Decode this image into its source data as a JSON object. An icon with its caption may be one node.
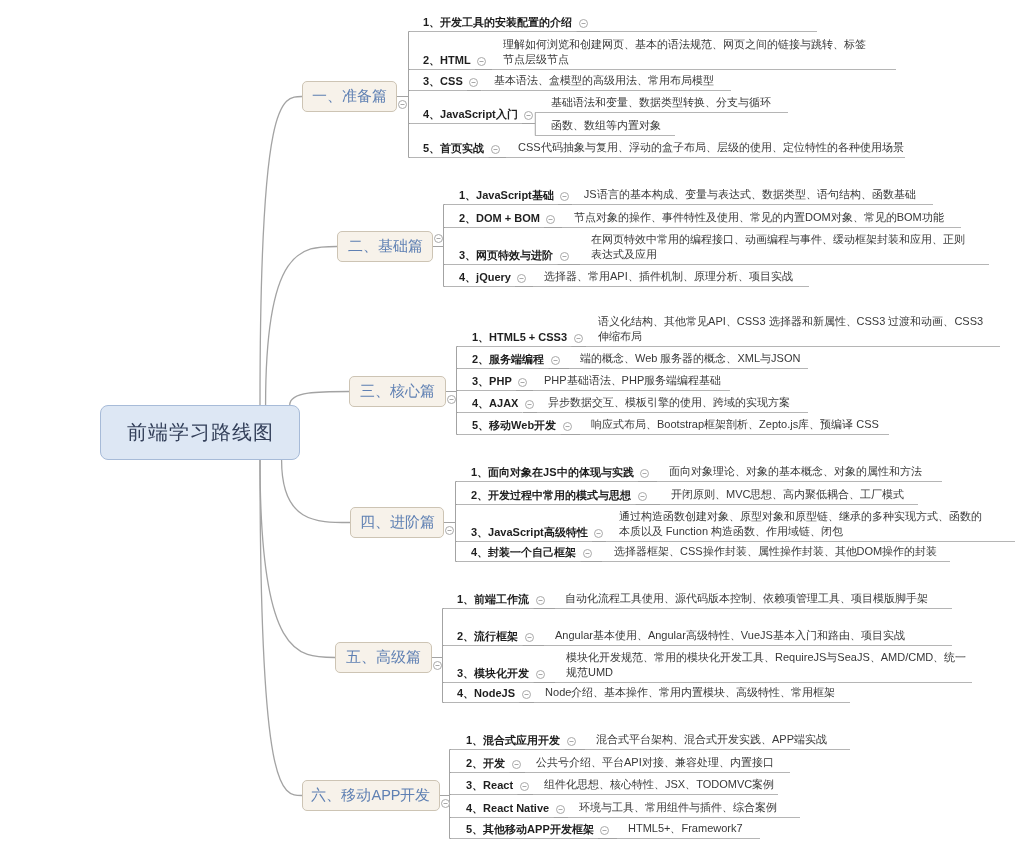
{
  "diagram": {
    "nodes": [
      {
        "text": [
          "前端学习路线图"
        ]
      },
      {
        "text": [
          "一、准备篇"
        ]
      },
      {
        "text": [
          "1、开发工具的安装配置的介绍"
        ]
      },
      {
        "text": [],
        "shape": "line"
      },
      {
        "text": [
          "2、HTML"
        ]
      },
      {
        "text": [
          "理解如何浏览和创建网页、基本的语法规范、网页之间的链接与跳转、标签节点层级节点"
        ]
      },
      {
        "text": [
          "3、CSS"
        ]
      },
      {
        "text": [
          "基本语法、盒模型的高级用法、常用布局模型"
        ]
      },
      {
        "text": [
          "4、JavaScript入门"
        ]
      },
      {
        "text": [
          "基础语法和变量、数据类型转换、分支与循环"
        ]
      },
      {
        "text": [
          "函数、数组等内置对象"
        ]
      },
      {
        "text": [
          "5、首页实战"
        ]
      },
      {
        "text": [
          "CSS代码抽象与复用、浮动的盒子布局、层级的使用、定位特性的各种使用场景"
        ]
      },
      {
        "text": [
          "二、基础篇"
        ]
      },
      {
        "text": [
          "1、JavaScript基础"
        ]
      },
      {
        "text": [
          "JS语言的基本构成、变量与表达式、数据类型、语句结构、函数基础"
        ]
      },
      {
        "text": [
          "2、DOM + BOM"
        ]
      },
      {
        "text": [
          "节点对象的操作、事件特性及使用、常见的内置DOM对象、常见的BOM功能"
        ]
      },
      {
        "text": [
          "3、网页特效与进阶"
        ]
      },
      {
        "text": [
          "在网页特效中常用的编程接口、动画编程与事件、缓动框架封装和应用、正则表达式及应用"
        ]
      },
      {
        "text": [
          "4、jQuery"
        ]
      },
      {
        "text": [
          "选择器、常用API、插件机制、原理分析、项目实战"
        ]
      },
      {
        "text": [
          "三、核心篇"
        ]
      },
      {
        "text": [
          "1、HTML5 + CSS3"
        ]
      },
      {
        "text": [
          "语义化结构、其他常见API、CSS3 选择器和新属性、CSS3 过渡和动画、CSS3 伸缩布局"
        ]
      },
      {
        "text": [
          "2、服务端编程"
        ]
      },
      {
        "text": [
          "端的概念、Web 服务器的概念、XML与JSON"
        ]
      },
      {
        "text": [
          "3、PHP"
        ]
      },
      {
        "text": [
          "PHP基础语法、PHP服务端编程基础"
        ]
      },
      {
        "text": [
          "4、AJAX"
        ]
      },
      {
        "text": [
          "异步数据交互、模板引擎的使用、跨域的实现方案"
        ]
      },
      {
        "text": [
          "5、移动Web开发"
        ]
      },
      {
        "text": [
          "响应式布局、Bootstrap框架剖析、Zepto.js库、预编译 CSS"
        ]
      },
      {
        "text": [
          "四、进阶篇"
        ]
      },
      {
        "text": [
          "1、面向对象在JS中的体现与实践"
        ]
      },
      {
        "text": [
          "面向对象理论、对象的基本概念、对象的属性和方法"
        ]
      },
      {
        "text": [
          "2、开发过程中常用的模式与思想"
        ]
      },
      {
        "text": [
          "开闭原则、MVC思想、高内聚低耦合、工厂模式"
        ]
      },
      {
        "text": [
          "3、JavaScript高级特性"
        ]
      },
      {
        "text": [
          "通过构造函数创建对象、原型对象和原型链、继承的多种实现方式、函数的本质以及 Function 构造函数、作用域链、闭包"
        ]
      },
      {
        "text": [
          "4、封装一个自己框架"
        ]
      },
      {
        "text": [
          "选择器框架、CSS操作封装、属性操作封装、其他DOM操作的封装"
        ]
      },
      {
        "text": [
          "五、高级篇"
        ]
      },
      {
        "text": [
          "1、前端工作流"
        ]
      },
      {
        "text": [
          "自动化流程工具使用、源代码版本控制、依赖项管理工具、项目模版脚手架"
        ]
      },
      {
        "text": [
          "2、流行框架"
        ]
      },
      {
        "text": [
          "Angular基本使用、Angular高级特性、VueJS基本入门和路由、项目实战"
        ]
      },
      {
        "text": [
          "3、模块化开发"
        ]
      },
      {
        "text": [
          "模块化开发规范、常用的模块化开发工具、RequireJS与SeaJS、AMD/CMD、统一规范UMD"
        ]
      },
      {
        "text": [
          "4、NodeJS"
        ]
      },
      {
        "text": [
          "Node介绍、基本操作、常用内置模块、高级特性、常用框架"
        ]
      },
      {
        "text": [
          "六、移动APP开发"
        ]
      },
      {
        "text": [
          "1、混合式应用开发"
        ]
      },
      {
        "text": [
          "混合式平台架构、混合式开发实践、APP端实战"
        ]
      },
      {
        "text": [
          "2、开发"
        ]
      },
      {
        "text": [
          "公共号介绍、平台API对接、兼容处理、内置接口"
        ]
      },
      {
        "text": [
          "3、React"
        ]
      },
      {
        "text": [
          "组件化思想、核心特性、JSX、TODOMVC案例"
        ]
      },
      {
        "text": [
          "4、React Native"
        ]
      },
      {
        "text": [
          "环境与工具、常用组件与插件、综合案例"
        ]
      },
      {
        "text": [
          "5、其他移动APP开发框架"
        ]
      },
      {
        "text": [
          "HTML5+、Framework7"
        ]
      }
    ],
    "edges": [
      {
        "from": 0,
        "to": 1,
        "arrow": "none"
      },
      {
        "from": 0,
        "to": 13,
        "arrow": "none"
      },
      {
        "from": 0,
        "to": 22,
        "arrow": "none"
      },
      {
        "from": 0,
        "to": 33,
        "arrow": "none"
      },
      {
        "from": 0,
        "to": 42,
        "arrow": "none"
      },
      {
        "from": 0,
        "to": 51,
        "arrow": "none"
      },
      {
        "from": 1,
        "to": 2,
        "arrow": "none"
      },
      {
        "from": 1,
        "to": 4,
        "arrow": "none"
      },
      {
        "from": 1,
        "to": 6,
        "arrow": "none"
      },
      {
        "from": 1,
        "to": 8,
        "arrow": "none"
      },
      {
        "from": 1,
        "to": 11,
        "arrow": "none"
      },
      {
        "from": 2,
        "to": 3,
        "arrow": "none"
      },
      {
        "from": 4,
        "to": 5,
        "arrow": "none"
      },
      {
        "from": 6,
        "to": 7,
        "arrow": "none"
      },
      {
        "from": 8,
        "to": 9,
        "arrow": "none"
      },
      {
        "from": 8,
        "to": 10,
        "arrow": "none"
      },
      {
        "from": 11,
        "to": 12,
        "arrow": "none"
      },
      {
        "from": 13,
        "to": 14,
        "arrow": "none"
      },
      {
        "from": 13,
        "to": 16,
        "arrow": "none"
      },
      {
        "from": 13,
        "to": 18,
        "arrow": "none"
      },
      {
        "from": 13,
        "to": 20,
        "arrow": "none"
      },
      {
        "from": 14,
        "to": 15,
        "arrow": "none"
      },
      {
        "from": 16,
        "to": 17,
        "arrow": "none"
      },
      {
        "from": 18,
        "to": 19,
        "arrow": "none"
      },
      {
        "from": 20,
        "to": 21,
        "arrow": "none"
      },
      {
        "from": 22,
        "to": 23,
        "arrow": "none"
      },
      {
        "from": 22,
        "to": 25,
        "arrow": "none"
      },
      {
        "from": 22,
        "to": 27,
        "arrow": "none"
      },
      {
        "from": 22,
        "to": 29,
        "arrow": "none"
      },
      {
        "from": 22,
        "to": 31,
        "arrow": "none"
      },
      {
        "from": 23,
        "to": 24,
        "arrow": "none"
      },
      {
        "from": 25,
        "to": 26,
        "arrow": "none"
      },
      {
        "from": 27,
        "to": 28,
        "arrow": "none"
      },
      {
        "from": 29,
        "to": 30,
        "arrow": "none"
      },
      {
        "from": 31,
        "to": 32,
        "arrow": "none"
      },
      {
        "from": 33,
        "to": 34,
        "arrow": "none"
      },
      {
        "from": 33,
        "to": 36,
        "arrow": "none"
      },
      {
        "from": 33,
        "to": 38,
        "arrow": "none"
      },
      {
        "from": 33,
        "to": 40,
        "arrow": "none"
      },
      {
        "from": 34,
        "to": 35,
        "arrow": "none"
      },
      {
        "from": 36,
        "to": 37,
        "arrow": "none"
      },
      {
        "from": 38,
        "to": 39,
        "arrow": "none"
      },
      {
        "from": 40,
        "to": 41,
        "arrow": "none"
      },
      {
        "from": 42,
        "to": 43,
        "arrow": "none"
      },
      {
        "from": 42,
        "to": 45,
        "arrow": "none"
      },
      {
        "from": 42,
        "to": 47,
        "arrow": "none"
      },
      {
        "from": 42,
        "to": 49,
        "arrow": "none"
      },
      {
        "from": 43,
        "to": 44,
        "arrow": "none"
      },
      {
        "from": 45,
        "to": 46,
        "arrow": "none"
      },
      {
        "from": 47,
        "to": 48,
        "arrow": "none"
      },
      {
        "from": 49,
        "to": 50,
        "arrow": "none"
      },
      {
        "from": 51,
        "to": 52,
        "arrow": "none"
      },
      {
        "from": 51,
        "to": 54,
        "arrow": "none"
      },
      {
        "from": 51,
        "to": 56,
        "arrow": "none"
      },
      {
        "from": 51,
        "to": 58,
        "arrow": "none"
      },
      {
        "from": 51,
        "to": 60,
        "arrow": "none"
      },
      {
        "from": 52,
        "to": 53,
        "arrow": "none"
      },
      {
        "from": 54,
        "to": 55,
        "arrow": "none"
      },
      {
        "from": 56,
        "to": 57,
        "arrow": "none"
      },
      {
        "from": 58,
        "to": 59,
        "arrow": "none"
      },
      {
        "from": 60,
        "to": 61,
        "arrow": "none"
      }
    ]
  }
}
